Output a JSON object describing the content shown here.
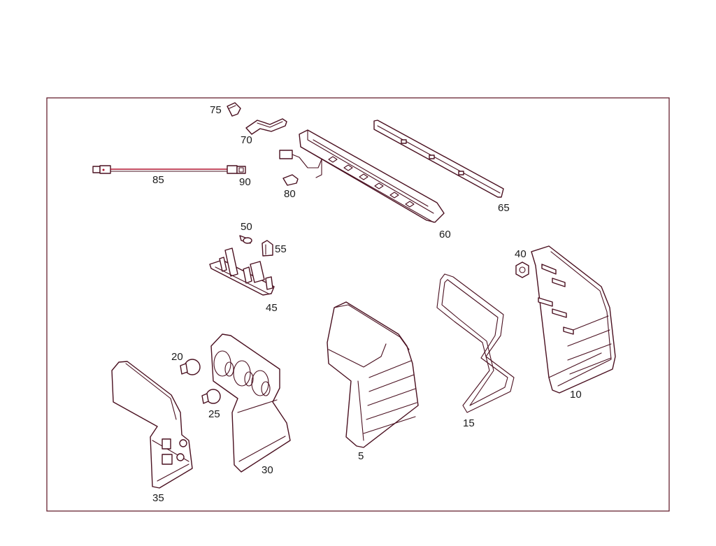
{
  "diagram": {
    "frame_color": "#5a1020",
    "line_color": "#4a1020",
    "wire_color": "#b0122e",
    "callouts": {
      "p5": "5",
      "p10": "10",
      "p15": "15",
      "p20": "20",
      "p25": "25",
      "p30": "30",
      "p35": "35",
      "p40": "40",
      "p45": "45",
      "p50": "50",
      "p55": "55",
      "p60": "60",
      "p65": "65",
      "p70": "70",
      "p75": "75",
      "p80": "80",
      "p85": "85",
      "p90": "90"
    }
  }
}
